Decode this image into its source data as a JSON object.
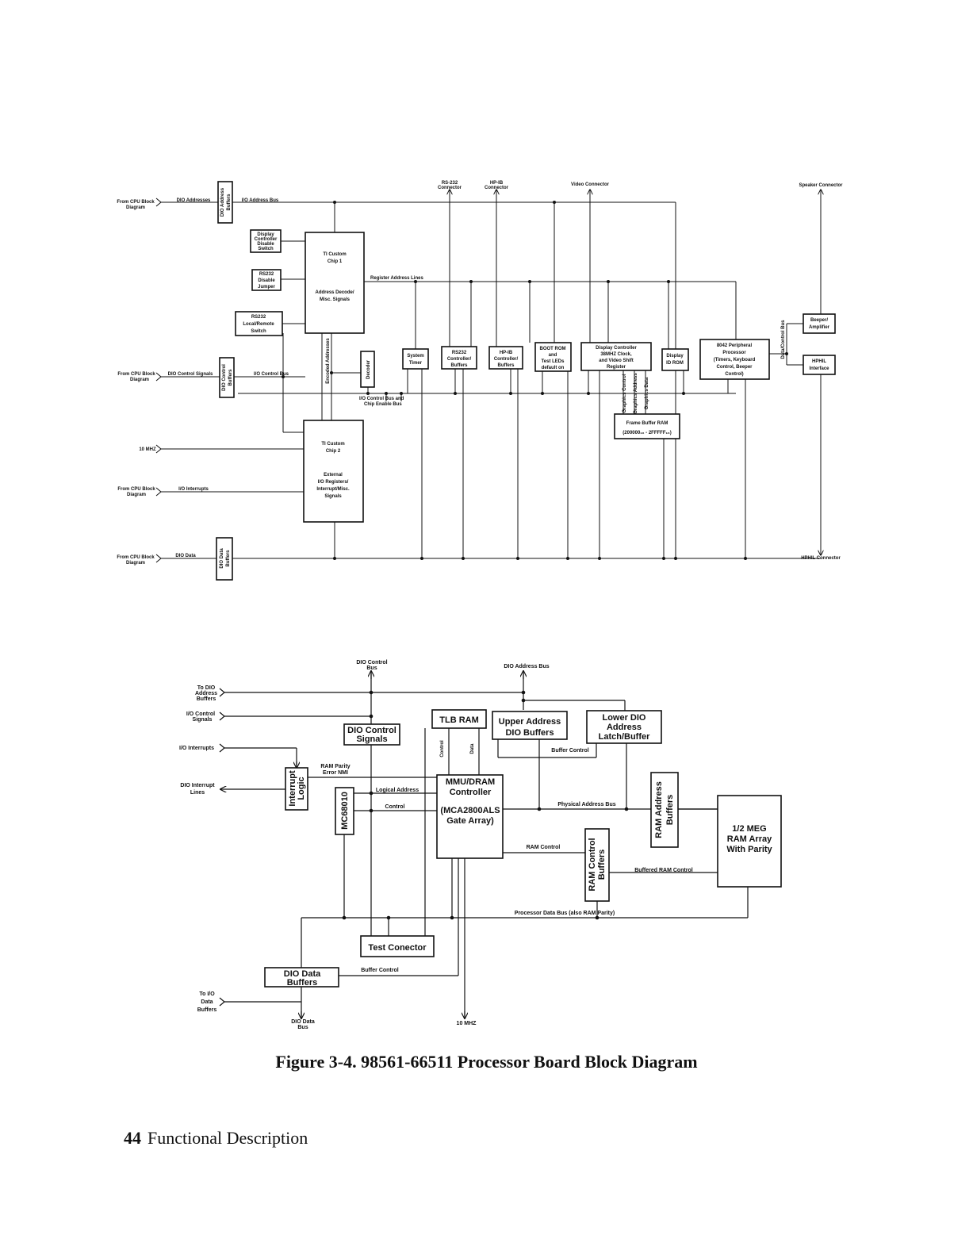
{
  "caption": "Figure 3-4. 98561-66511 Processor Board Block Diagram",
  "footer": {
    "page_number": "44",
    "section": "Functional Description"
  },
  "top": {
    "connectors": {
      "rs232": [
        "RS-232",
        "Connector"
      ],
      "hpib": [
        "HP-IB",
        "Connector"
      ],
      "video": "Video Connector",
      "speaker": "Speaker Connector",
      "hphil": "HPHIL Connector"
    },
    "inputs": {
      "cpu_addr": [
        "From CPU Block",
        "Diagram"
      ],
      "dio_addresses": "DIO Addresses",
      "io_address_bus": "I/O Address Bus",
      "cpu_ctrl": [
        "From CPU Block",
        "Diagram"
      ],
      "dio_control_signals": "DIO Control Signals",
      "io_control_bus": "I/O Control Bus",
      "clk": "10 MHZ",
      "cpu_int": [
        "From CPU Block",
        "Diagram"
      ],
      "io_interrupts": "I/O Interrupts",
      "cpu_data": [
        "From CPU Block",
        "Diagram"
      ],
      "dio_data": "DIO Data"
    },
    "blocks": {
      "dio_addr_buf": [
        "DIO Address",
        "Buffers"
      ],
      "disp_ctrl_switch": [
        "Display",
        "Controller",
        "Disable",
        "Switch"
      ],
      "rs232_jumper": [
        "RS232",
        "Disable",
        "Jumper"
      ],
      "rs232_switch": [
        "RS232",
        "Local/Remote",
        "Switch"
      ],
      "chip1": [
        "TI Custom",
        "Chip 1",
        "",
        "Address Decode/",
        "Misc. Signals"
      ],
      "dio_ctrl_buf": [
        "DIO Control",
        "Buffers"
      ],
      "decoder": "Decoder",
      "encoded_addresses": "Encoded Addresses",
      "system_timer": [
        "System",
        "Timer"
      ],
      "rs232_ctrl": [
        "RS232",
        "Controller/",
        "Buffers"
      ],
      "hpib_ctrl": [
        "HP-IB",
        "Controller/",
        "Buffers"
      ],
      "boot_rom": [
        "BOOT ROM",
        "and",
        "Test LEDs",
        "default on"
      ],
      "display_ctrl": [
        "Display Controller",
        "38MHZ Clock,",
        "and Video Shift",
        "Register"
      ],
      "display_id_rom": [
        "Display",
        "ID ROM"
      ],
      "periph": [
        "8042 Peripheral",
        "Processor",
        "(Timers, Keyboard",
        "Control, Beeper",
        "Control)"
      ],
      "beeper": [
        "Beeper/",
        "Amplifier"
      ],
      "hphil": [
        "HPHIL",
        "Interface"
      ],
      "frame_buffer": [
        "Frame Buffer RAM",
        "(200000₁₆ - 2FFFFF₁₆)"
      ],
      "graphics_lines": [
        "Graphics Control",
        "Graphics Address",
        "Graphics Data"
      ],
      "chip2": [
        "TI Custom",
        "Chip 2",
        "",
        "External",
        "I/O Registers/",
        "Interrupt/Misc.",
        "Signals"
      ],
      "dio_data_buf": [
        "DIO Data",
        "Buffers"
      ],
      "register_address_lines": "Register Address Lines",
      "io_ctrl_chip_enable": [
        "I/O Control Bus and",
        "Chip Enable Bus"
      ],
      "data_control_bus": "Data/Control Bus"
    }
  },
  "bottom": {
    "labels": {
      "dio_control_bus": [
        "DIO Control",
        "Bus"
      ],
      "dio_address_bus": "DIO Address Bus",
      "to_dio_addr_buf": [
        "To DIO",
        "Address",
        "Buffers"
      ],
      "io_control_signals": [
        "I/O Control",
        "Signals"
      ],
      "io_interrupts": "I/O Interrupts",
      "dio_interrupt_lines": [
        "DIO Interrupt",
        "Lines"
      ],
      "ram_parity_error": [
        "RAM Parity",
        "Error NMI"
      ],
      "logical_address": "Logical Address",
      "control": "Control",
      "control_v": "Control",
      "data_v": "Data",
      "buffer_control_top": "Buffer Control",
      "physical_address_bus": "Physical Address Bus",
      "ram_control": "RAM Control",
      "buffered_ram_control": "Buffered RAM Control",
      "processor_data_bus": "Processor Data Bus (also RAM Parity)",
      "buffer_control_bottom": "Buffer Control",
      "to_io_data_buf": [
        "To I/O",
        "Data",
        "Buffers"
      ],
      "dio_data_bus": [
        "DIO Data",
        "Bus"
      ],
      "clk": "10 MHZ"
    },
    "blocks": {
      "dio_control_signals": [
        "DIO Control",
        "Signals"
      ],
      "tlb_ram": "TLB RAM",
      "upper_addr": [
        "Upper Address",
        "DIO Buffers"
      ],
      "lower_dio": [
        "Lower DIO",
        "Address",
        "Latch/Buffer"
      ],
      "interrupt_logic": [
        "Interrupt",
        "Logic"
      ],
      "mc68010": "MC68010",
      "mmu": [
        "MMU/DRAM",
        "Controller",
        "",
        "(MCA2800ALS",
        "Gate Array)"
      ],
      "ram_addr_buf": [
        "RAM Address",
        "Buffers"
      ],
      "ram_array": [
        "1/2 MEG",
        "RAM Array",
        "With Parity"
      ],
      "ram_ctrl_buf": [
        "RAM Control",
        "Buffers"
      ],
      "test_connector": "Test Conector",
      "dio_data_buffers": [
        "DIO Data",
        "Buffers"
      ]
    }
  }
}
